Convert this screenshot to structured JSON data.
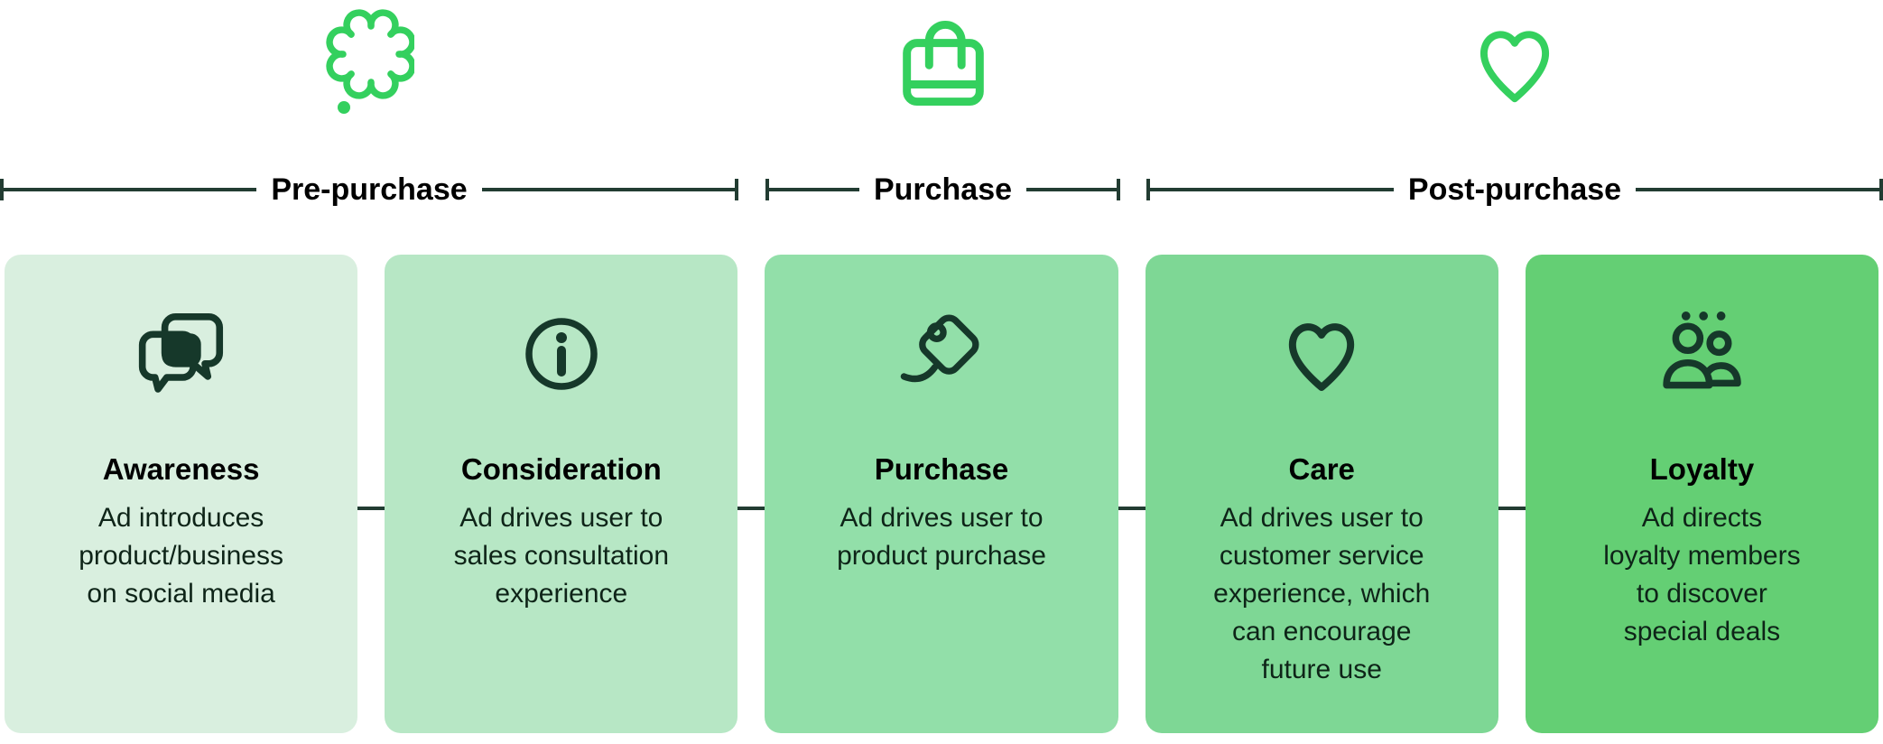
{
  "colors": {
    "accent_green": "#34d05e",
    "bracket_line": "#223c32",
    "icon_dark": "#16382a",
    "title_color": "#000000",
    "body_color": "#0e2418",
    "card_backgrounds": [
      "#d9efdf",
      "#b7e7c5",
      "#92dfa9",
      "#7ed795",
      "#64cf74"
    ]
  },
  "phases": [
    {
      "label": "Pre-purchase",
      "icon": "thought-bubble-icon"
    },
    {
      "label": "Purchase",
      "icon": "shopping-bag-icon"
    },
    {
      "label": "Post-purchase",
      "icon": "heart-outline-icon"
    }
  ],
  "stages": [
    {
      "title": "Awareness",
      "icon": "chat-bubbles-icon",
      "bg": "#d9efdf",
      "description": "Ad introduces\nproduct/business\non social media"
    },
    {
      "title": "Consideration",
      "icon": "info-circle-icon",
      "bg": "#b7e7c5",
      "description": "Ad drives user to\nsales consultation\nexperience"
    },
    {
      "title": "Purchase",
      "icon": "price-tag-icon",
      "bg": "#92dfa9",
      "description": "Ad drives user to\nproduct purchase"
    },
    {
      "title": "Care",
      "icon": "heart-icon",
      "bg": "#7ed795",
      "description": "Ad drives user to\ncustomer service\nexperience, which\ncan encourage\nfuture use"
    },
    {
      "title": "Loyalty",
      "icon": "people-group-icon",
      "bg": "#64cf74",
      "description": "Ad directs\nloyalty members\nto discover\nspecial deals"
    }
  ]
}
